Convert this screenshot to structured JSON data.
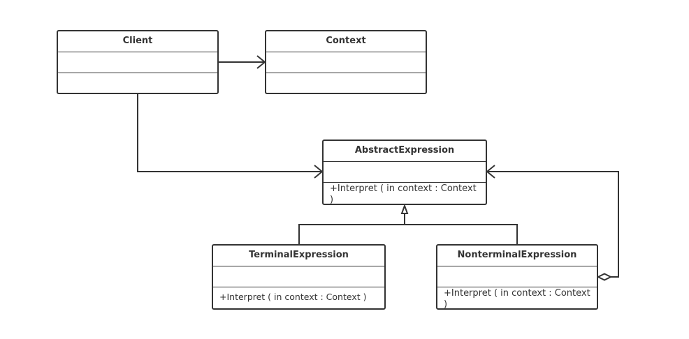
{
  "colors": {
    "stroke": "#333333",
    "background": "#ffffff",
    "fill": "#ffffff"
  },
  "classes": {
    "client": {
      "name": "Client",
      "operations": ""
    },
    "context": {
      "name": "Context",
      "operations": ""
    },
    "abstract_expression": {
      "name": "AbstractExpression",
      "operations": "+Interpret ( in context : Context )"
    },
    "terminal_expression": {
      "name": "TerminalExpression",
      "operations": "+Interpret ( in context : Context )"
    },
    "nonterminal_expression": {
      "name": "NonterminalExpression",
      "operations": "+Interpret ( in context : Context )"
    }
  },
  "relationships": [
    {
      "from": "Client",
      "to": "Context",
      "kind": "association",
      "arrow": "open"
    },
    {
      "from": "Client",
      "to": "AbstractExpression",
      "kind": "association",
      "arrow": "open"
    },
    {
      "from": "TerminalExpression",
      "to": "AbstractExpression",
      "kind": "generalization",
      "arrow": "hollow-triangle"
    },
    {
      "from": "NonterminalExpression",
      "to": "AbstractExpression",
      "kind": "generalization",
      "arrow": "hollow-triangle"
    },
    {
      "from": "NonterminalExpression",
      "to": "AbstractExpression",
      "kind": "aggregation",
      "arrow": "open",
      "tail": "hollow-diamond"
    }
  ]
}
